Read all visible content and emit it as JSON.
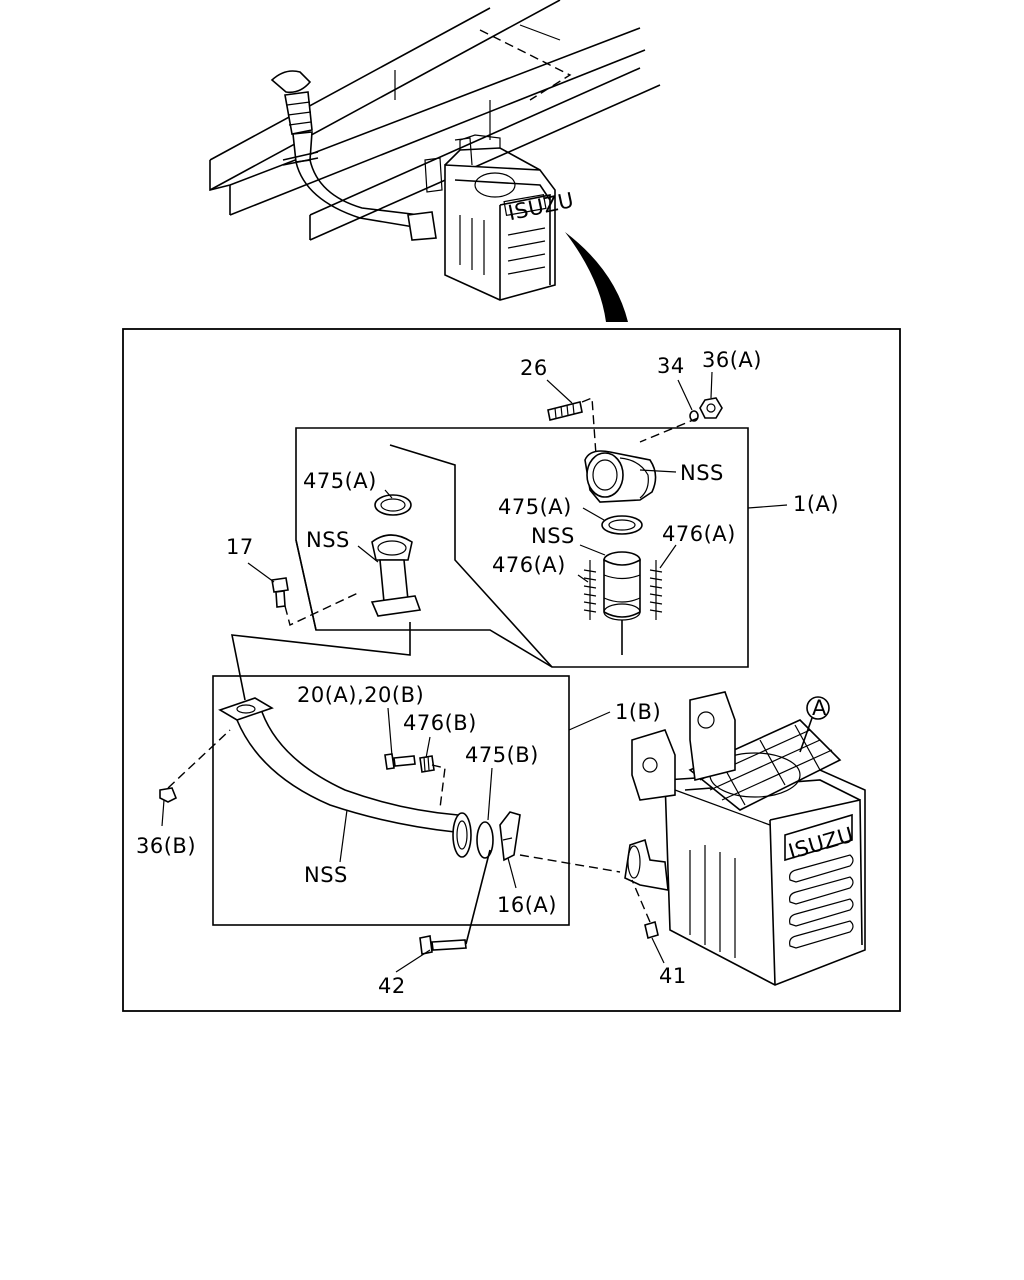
{
  "labels": {
    "p26": "26",
    "p34": "34",
    "p36a": "36(A)",
    "nss_elbow": "NSS",
    "p475a_top": "475(A)",
    "p475a_mid": "475(A)",
    "nss_flex": "NSS",
    "p476a_right": "476(A)",
    "p476a_left": "476(A)",
    "p1a": "1(A)",
    "p17": "17",
    "nss_lower": "NSS",
    "p20": "20(A),20(B)",
    "p476b": "476(B)",
    "p475b": "475(B)",
    "p1b": "1(B)",
    "p36b": "36(B)",
    "nss_pipe": "NSS",
    "p16a": "16(A)",
    "p42": "42",
    "p41": "41",
    "ref_a": "A"
  },
  "brand": {
    "muffler_logo": "ISUZU"
  },
  "colors": {
    "ink": "#000000",
    "paper": "#ffffff"
  }
}
